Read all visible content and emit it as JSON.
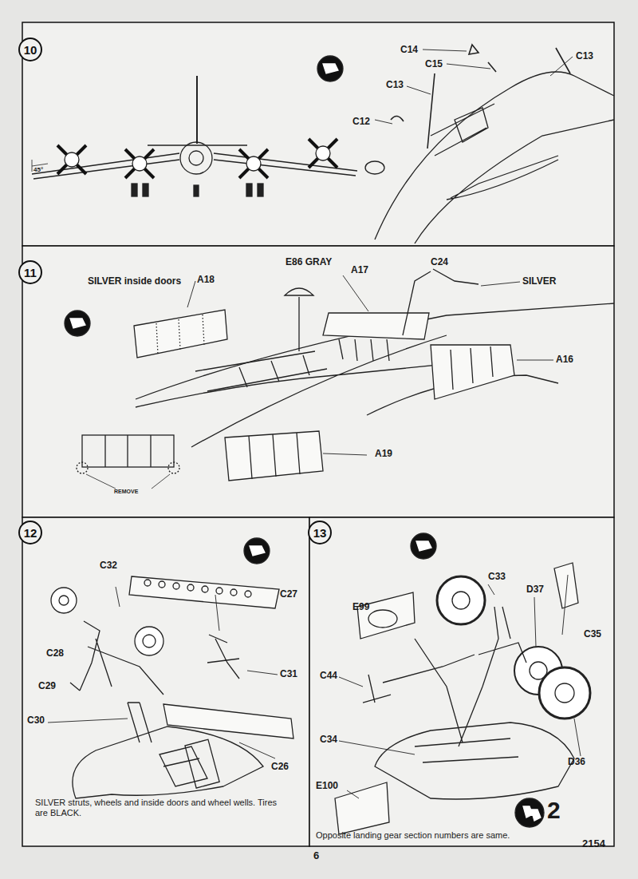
{
  "diagram": {
    "nodes": [
      {
        "text": [
          "10"
        ]
      },
      {
        "text": [
          "11"
        ]
      },
      {
        "text": [
          "12"
        ]
      },
      {
        "text": [
          "13"
        ]
      }
    ],
    "labels": [
      "C14",
      "C15",
      "C13",
      "C13",
      "C12",
      "45°",
      "SILVER inside doors",
      "A18",
      "E86 GRAY",
      "A17",
      "C24",
      "SILVER",
      "A16",
      "A19",
      "REMOVE",
      "C32",
      "C27",
      "C28",
      "C29",
      "C31",
      "C30",
      "C26",
      "SILVER struts, wheels and inside doors and wheel wells. Tires are BLACK.",
      "E99",
      "C33",
      "D37",
      "C35",
      "C44",
      "C34",
      "D36",
      "E100",
      "2",
      "Opposite landing gear section numbers are same.",
      "6",
      "2154"
    ]
  }
}
